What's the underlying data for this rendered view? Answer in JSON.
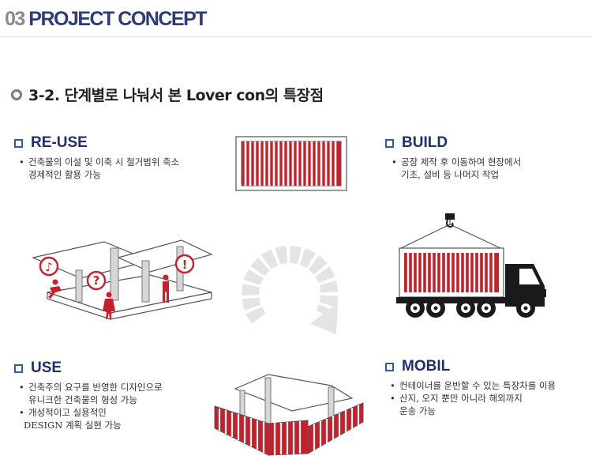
{
  "header": {
    "number": "03",
    "title": "PROJECT CONCEPT"
  },
  "subtitle": "3-2. 단계별로 나눠서 본 Lover con의 특장점",
  "sections": {
    "reuse": {
      "title": "RE-USE",
      "bullets": [
        {
          "l1": "건축물의 이설 및 이축 시 철거범위 축소",
          "l2": "경제적인 활용 가능"
        }
      ]
    },
    "build": {
      "title": "BUILD",
      "bullets": [
        {
          "l1": "공장 제작 후 이동하여 현장에서",
          "l2": "기초, 설비 등 나머지 작업"
        }
      ]
    },
    "use": {
      "title": "USE",
      "bullets": [
        {
          "l1": "건축주의 요구를 반영한 디자인으로",
          "l2": "유니크한 건축물의 형성 가능"
        },
        {
          "l1": "개성적이고 실용적인",
          "l2": "DESIGN 계획 실현 가능"
        }
      ]
    },
    "mobil": {
      "title": "MOBIL",
      "bullets": [
        {
          "l1": "컨테이너를 운반할 수 있는 특장차를 이용"
        },
        {
          "l1": "산지, 오지 뿐만 아니라 해외까지",
          "l2": "운송 가능"
        }
      ]
    }
  },
  "icons": {
    "music": "♪",
    "question": "?",
    "exclaim": "!"
  },
  "colors": {
    "accent_red": "#c8202a",
    "title_navy": "#2c3b7a",
    "structure_gray": "#8c8c8c",
    "truck_black": "#1a1a1a"
  }
}
